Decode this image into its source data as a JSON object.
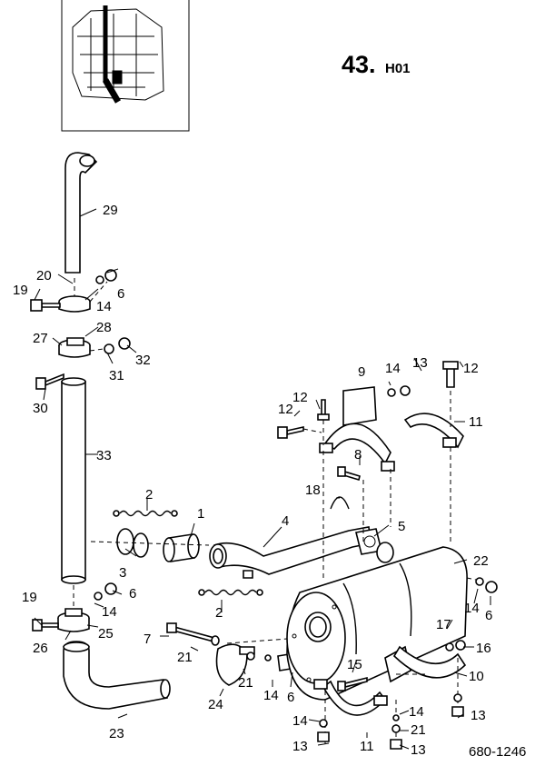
{
  "section": {
    "number": "43.",
    "code": "H01"
  },
  "drawing_ref": "680-1246",
  "callouts": [
    "29",
    "20",
    "19",
    "6",
    "14",
    "28",
    "27",
    "32",
    "31",
    "30",
    "33",
    "9",
    "14",
    "13",
    "12",
    "12",
    "12",
    "11",
    "8",
    "18",
    "2",
    "1",
    "4",
    "5",
    "3",
    "6",
    "19",
    "14",
    "26",
    "25",
    "2",
    "22",
    "14",
    "6",
    "7",
    "21",
    "17",
    "16",
    "15",
    "10",
    "21",
    "24",
    "14",
    "6",
    "23",
    "14",
    "21",
    "14",
    "13",
    "11",
    "13",
    "13"
  ]
}
